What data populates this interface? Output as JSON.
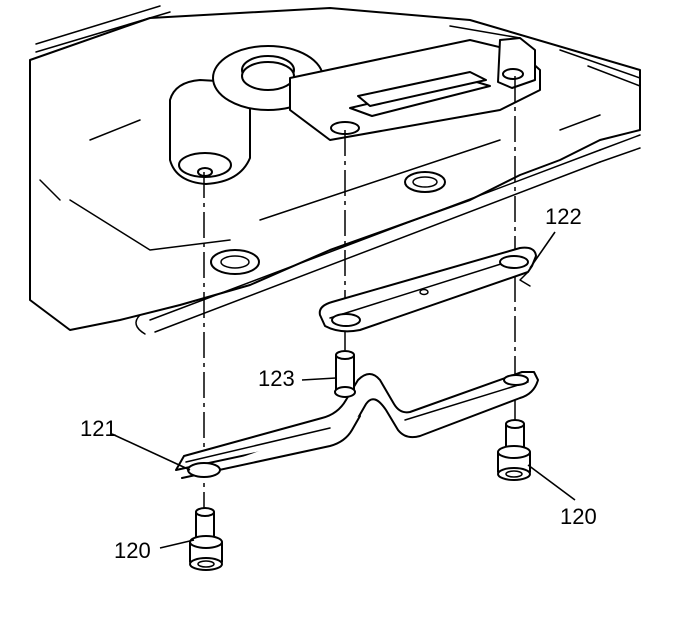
{
  "diagram": {
    "callouts": {
      "bolt_left": "120",
      "bolt_right": "120",
      "bracket_121": "121",
      "bracket_122": "122",
      "bolt_123": "123"
    }
  }
}
